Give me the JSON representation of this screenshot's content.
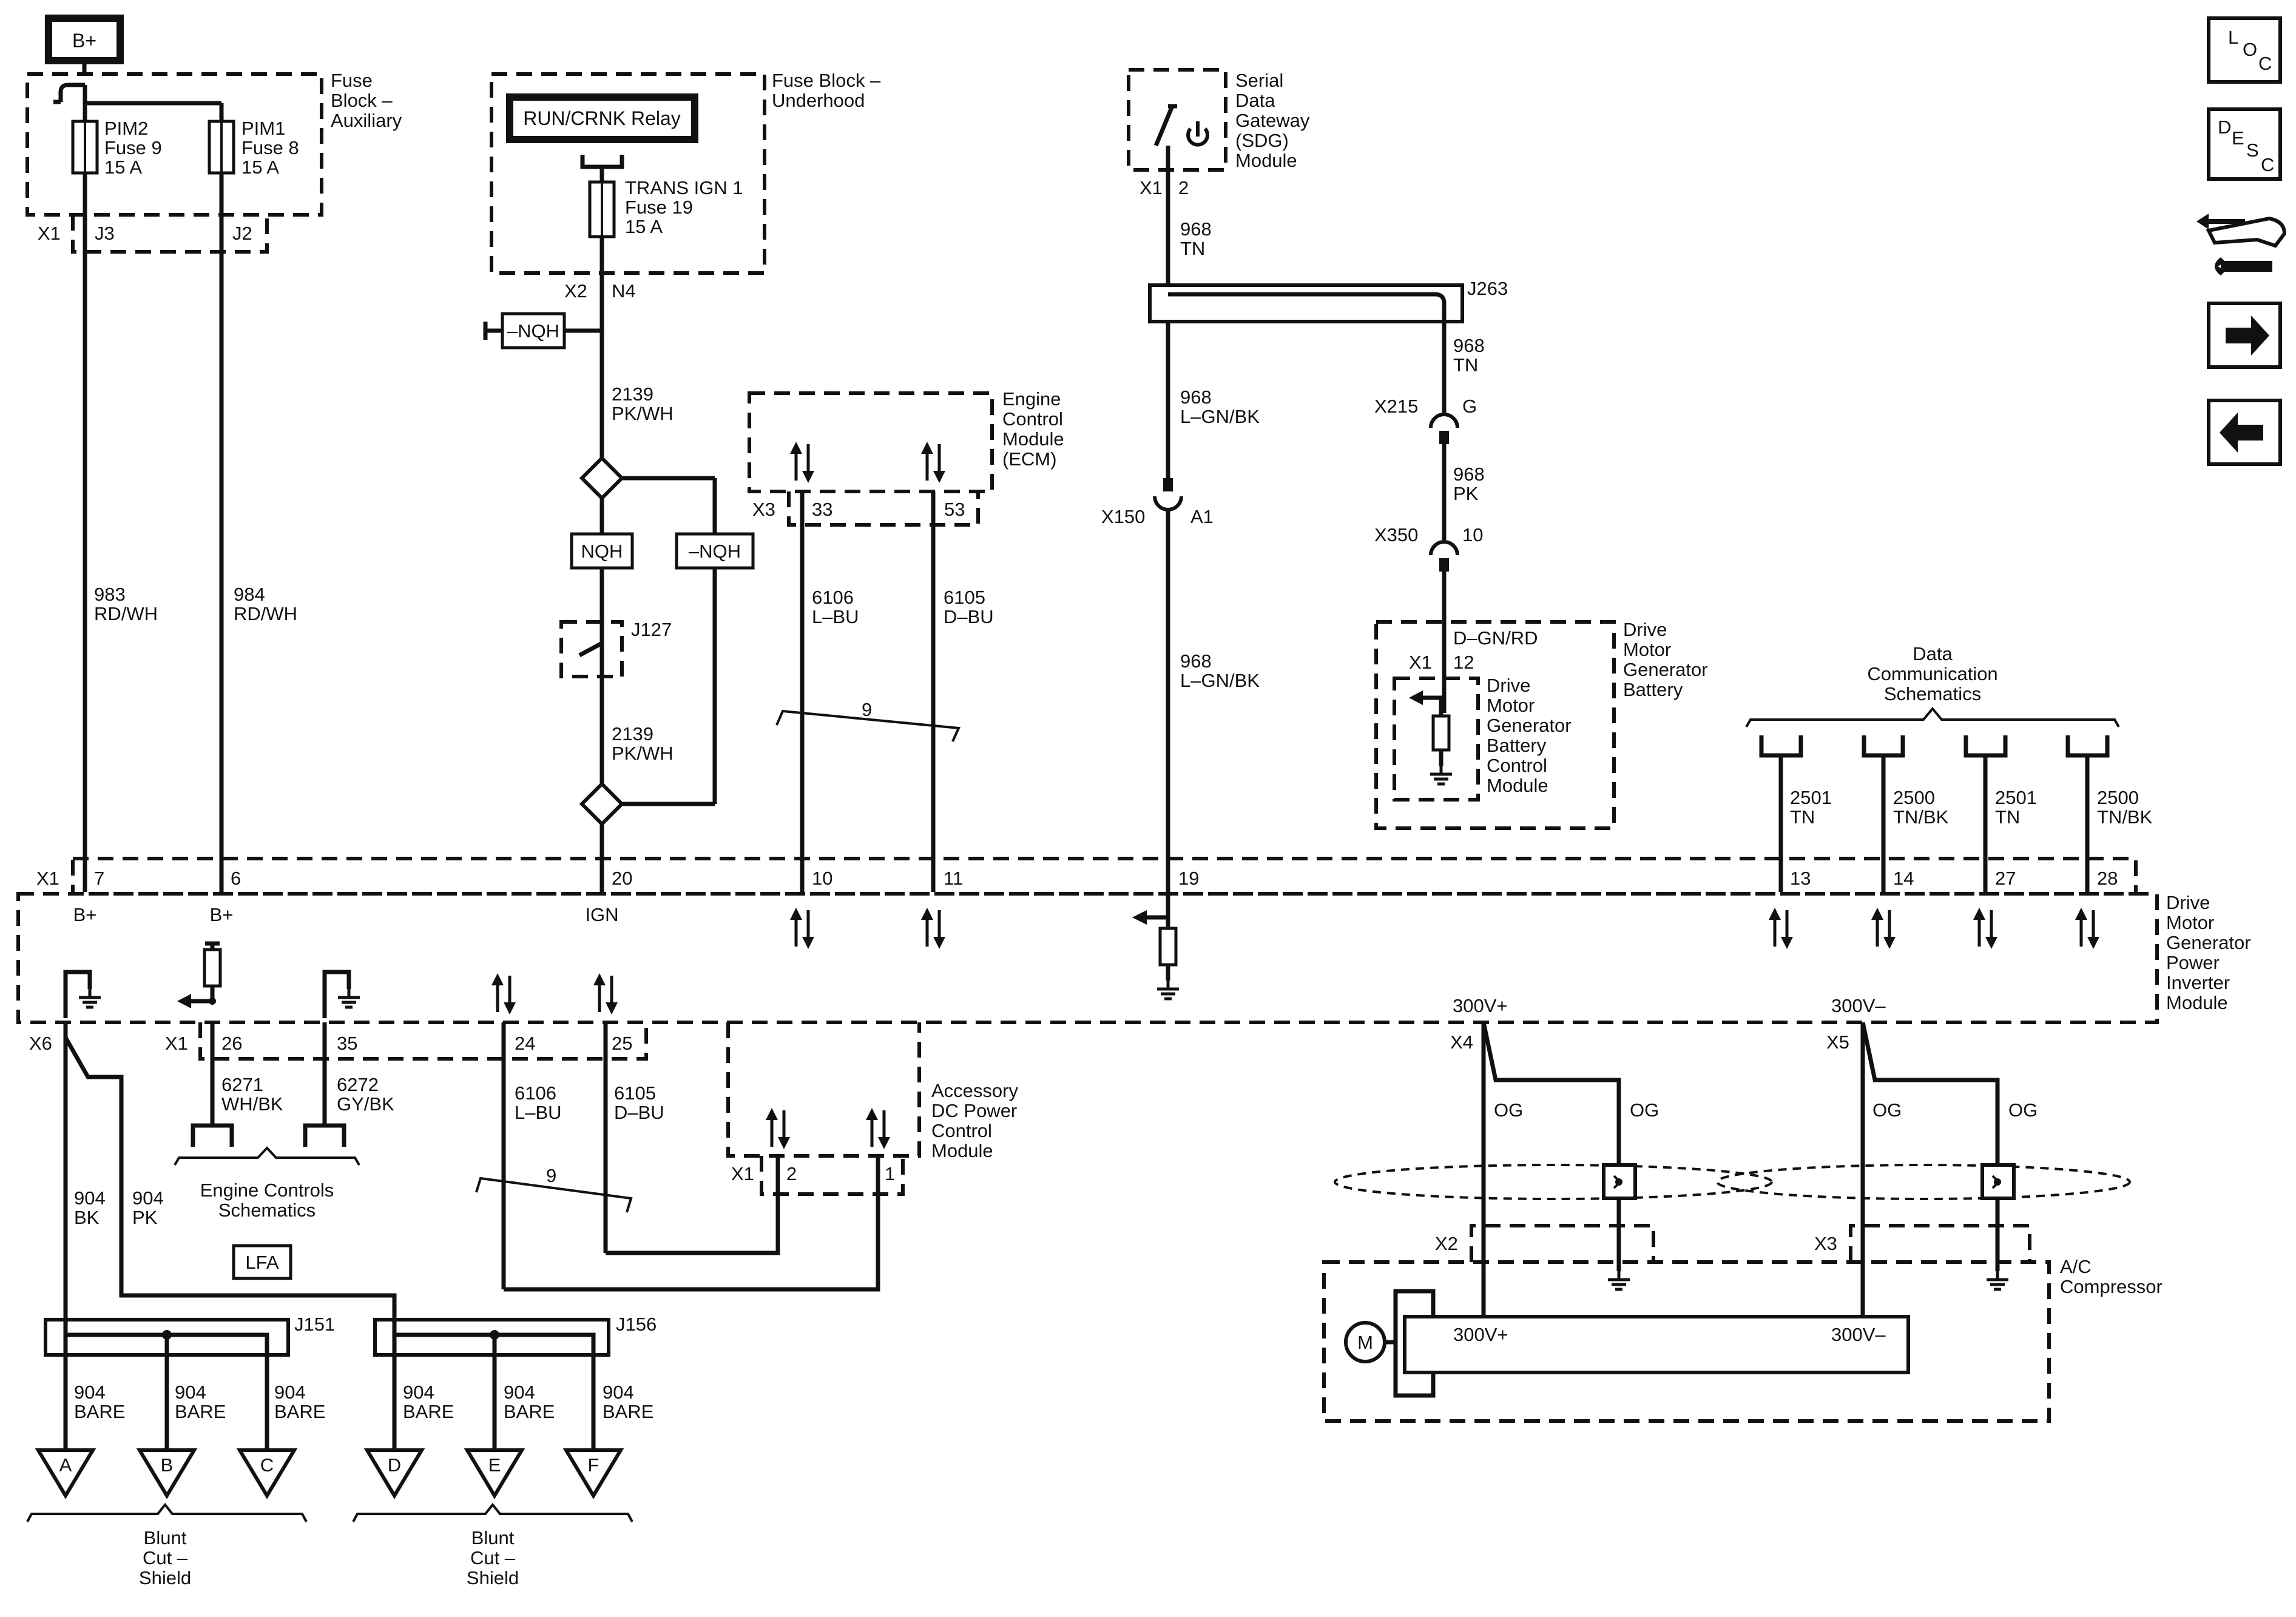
{
  "power": {
    "b_plus": "B+"
  },
  "fuse_block_aux": {
    "title_lines": [
      "Fuse",
      "Block –",
      "Auxiliary"
    ],
    "pim2": [
      "PIM2",
      "Fuse 9",
      "15 A"
    ],
    "pim1": [
      "PIM1",
      "Fuse 8",
      "15 A"
    ],
    "conn": "X1",
    "pin_a": "J3",
    "pin_b": "J2"
  },
  "fuse_block_underhood": {
    "title_lines": [
      "Fuse Block –",
      "Underhood"
    ],
    "relay": "RUN/CRNK Relay",
    "fuse": [
      "TRANS IGN 1",
      "Fuse 19",
      "15 A"
    ],
    "conn": "X2",
    "pin": "N4"
  },
  "option_codes": {
    "neg_nqh": "–NQH",
    "nqh": "NQH",
    "lfa": "LFA"
  },
  "splices": {
    "j127": "J127",
    "j263": "J263",
    "j151": "J151",
    "j156": "J156"
  },
  "ecm": {
    "title_lines": [
      "Engine",
      "Control",
      "Module",
      "(ECM)"
    ],
    "conn": "X3",
    "pin_a": "33",
    "pin_b": "53"
  },
  "sdg": {
    "title_lines": [
      "Serial",
      "Data",
      "Gateway",
      "(SDG)",
      "Module"
    ],
    "conn": "X1",
    "pin": "2"
  },
  "inline_connectors": {
    "x150": "X150",
    "a1": "A1",
    "x215": "X215",
    "g": "G",
    "x350": "X350",
    "p10": "10"
  },
  "dmg_battery": {
    "title_lines": [
      "Drive",
      "Motor",
      "Generator",
      "Battery"
    ],
    "inner_lines": [
      "Drive",
      "Motor",
      "Generator",
      "Battery",
      "Control",
      "Module"
    ],
    "conn": "X1",
    "pin": "12",
    "wire": "D–GN/RD"
  },
  "data_comm": {
    "title_lines": [
      "Data",
      "Communication",
      "Schematics"
    ]
  },
  "inverter": {
    "title_lines": [
      "Drive",
      "Motor",
      "Generator",
      "Power",
      "Inverter",
      "Module"
    ],
    "conn_x1": "X1",
    "pins": [
      "7",
      "6",
      "20",
      "10",
      "11",
      "19",
      "13",
      "14",
      "27",
      "28"
    ],
    "b_plus_1": "B+",
    "b_plus_2": "B+",
    "ign": "IGN",
    "lower_conn": "X1",
    "lower_pins": [
      "26",
      "35",
      "24",
      "25"
    ],
    "x6": "X6",
    "x4": "X4",
    "x5": "X5",
    "hv_pos": "300V+",
    "hv_neg": "300V–"
  },
  "wires": {
    "w983": [
      "983",
      "RD/WH"
    ],
    "w984": [
      "984",
      "RD/WH"
    ],
    "w2139a": [
      "2139",
      "PK/WH"
    ],
    "w2139b": [
      "2139",
      "PK/WH"
    ],
    "w6106a": [
      "6106",
      "L–BU"
    ],
    "w6105a": [
      "6105",
      "D–BU"
    ],
    "twist_a": "9",
    "w968_tn_a": [
      "968",
      "TN"
    ],
    "w968_lgnbk_a": [
      "968",
      "L–GN/BK"
    ],
    "w968_lgnbk_b": [
      "968",
      "L–GN/BK"
    ],
    "w968_tn_b": [
      "968",
      "TN"
    ],
    "w968_pk": [
      "968",
      "PK"
    ],
    "w2501a": [
      "2501",
      "TN"
    ],
    "w2500a": [
      "2500",
      "TN/BK"
    ],
    "w2501b": [
      "2501",
      "TN"
    ],
    "w2500b": [
      "2500",
      "TN/BK"
    ],
    "w6271": [
      "6271",
      "WH/BK"
    ],
    "w6272": [
      "6272",
      "GY/BK"
    ],
    "w6106b": [
      "6106",
      "L–BU"
    ],
    "w6105b": [
      "6105",
      "D–BU"
    ],
    "twist_b": "9",
    "w904bk": [
      "904",
      "BK"
    ],
    "w904pk": [
      "904",
      "PK"
    ],
    "og": "OG",
    "bare": [
      "904",
      "BARE"
    ]
  },
  "engine_controls": {
    "title_lines": [
      "Engine Controls",
      "Schematics"
    ]
  },
  "apm": {
    "title_lines": [
      "Accessory",
      "DC Power",
      "Control",
      "Module"
    ],
    "conn": "X1",
    "pin_a": "2",
    "pin_b": "1"
  },
  "ac_compressor": {
    "title_lines": [
      "A/C",
      "Compressor"
    ],
    "x2": "X2",
    "x3": "X3",
    "motor": "M",
    "hv_pos": "300V+",
    "hv_neg": "300V–"
  },
  "shield_points": [
    "A",
    "B",
    "C",
    "D",
    "E",
    "F"
  ],
  "blunt_cut": [
    "Blunt",
    "Cut –",
    "Shield"
  ],
  "nav_icons": {
    "loc": [
      "L",
      "O",
      "C"
    ],
    "desc": [
      "D",
      "E",
      "S",
      "C"
    ]
  }
}
